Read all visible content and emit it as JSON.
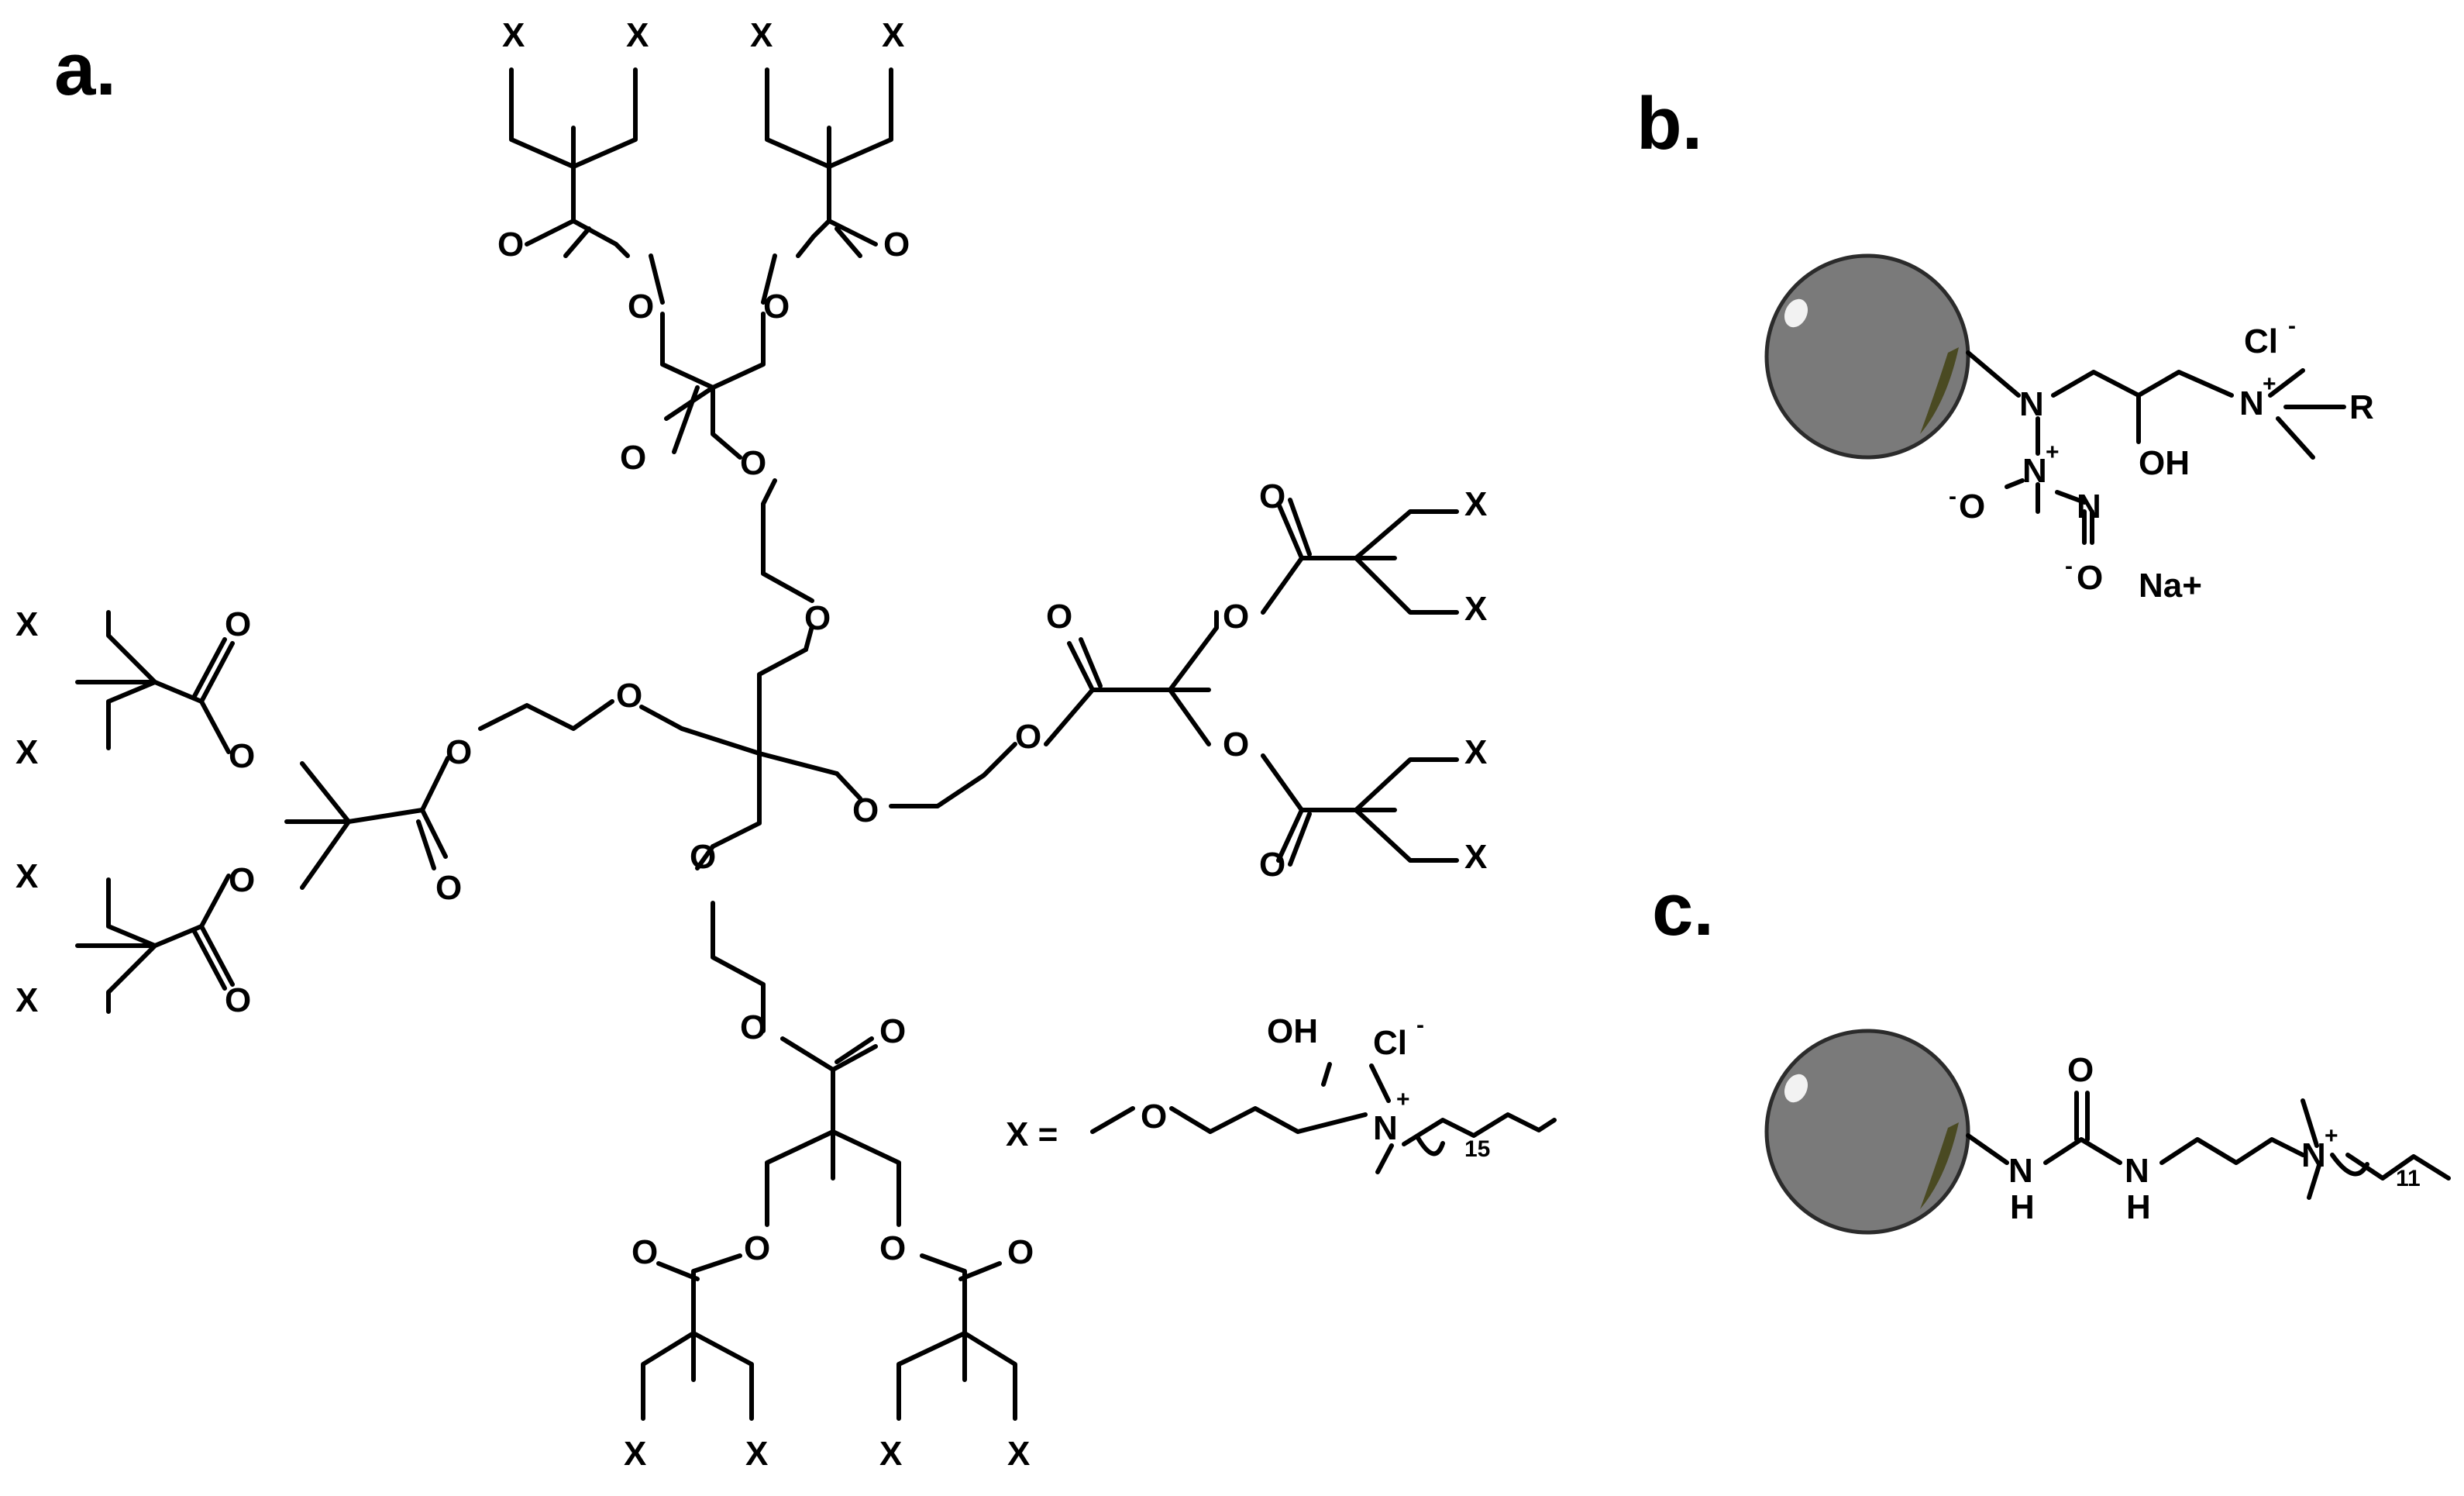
{
  "panels": {
    "a": {
      "label": "a."
    },
    "b": {
      "label": "b."
    },
    "c": {
      "label": "c."
    }
  },
  "atoms": {
    "O": "O",
    "X": "X",
    "X_def": "X =",
    "OH": "OH",
    "N": "N",
    "Cl": "Cl",
    "minus": "-",
    "plus": "+",
    "R": "R",
    "Na": "Na+",
    "H": "H",
    "sub15": "15",
    "sub11": "11"
  },
  "colors": {
    "bond": "#000000",
    "sphere": "#7a7a7a",
    "sphere_edge": "#2b2b2b",
    "highlight": "#ffffff",
    "shadow": "#4a4a22"
  }
}
